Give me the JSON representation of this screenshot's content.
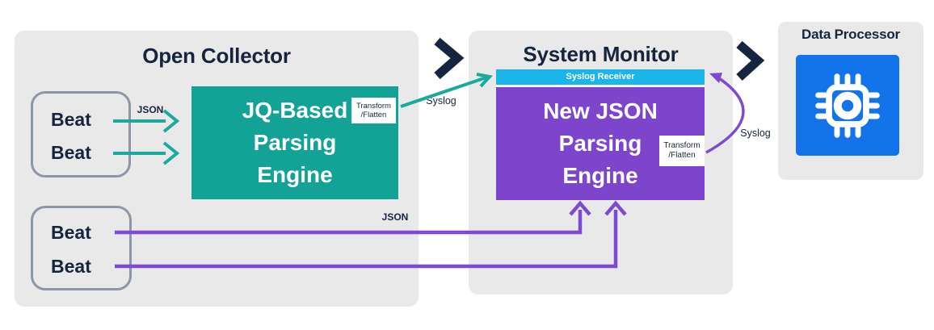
{
  "colors": {
    "teal": "#12A296",
    "teal-arrow": "#1BA99B",
    "purple": "#7C45CC",
    "purple-arrow": "#7E4AD2",
    "cyan": "#1CB5E9",
    "blue": "#1273EB",
    "navy": "#16253E",
    "panel": "#E9E9EA",
    "beat-border": "#8C96A6"
  },
  "open_collector": {
    "title": "Open Collector",
    "beats_top": [
      "Beat",
      "Beat"
    ],
    "beats_bottom": [
      "Beat",
      "Beat"
    ],
    "engine_lines": [
      "JQ-Based",
      "Parsing",
      "Engine"
    ],
    "badge_lines": [
      "Transform",
      "/Flatten"
    ]
  },
  "system_monitor": {
    "title": "System Monitor",
    "receiver_label": "Syslog Receiver",
    "engine_lines": [
      "New JSON",
      "Parsing",
      "Engine"
    ],
    "badge_lines": [
      "Transform",
      "/Flatten"
    ]
  },
  "data_processor": {
    "title": "Data Processor"
  },
  "flow_labels": {
    "json_top": "JSON",
    "syslog_to_receiver": "Syslog",
    "json_bottom": "JSON",
    "syslog_loop": "Syslog"
  }
}
